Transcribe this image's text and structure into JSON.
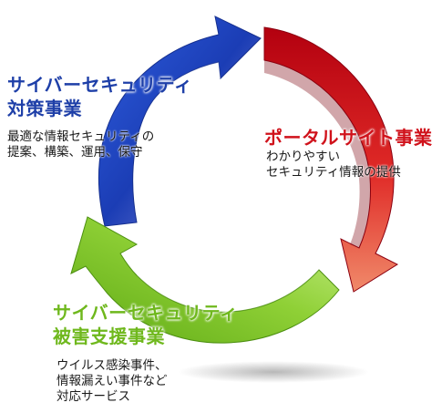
{
  "segments": {
    "blue": {
      "title_lines": [
        "サイバーセキュリティ",
        "対策事業"
      ],
      "desc_lines": [
        "最適な情報セキュリティの",
        "提案、構築、運用、保守"
      ],
      "color": "#1e3fa8"
    },
    "red": {
      "title_lines": [
        "ポータルサイト事業"
      ],
      "desc_lines": [
        "わかりやすい",
        "セキュリティ情報の提供"
      ],
      "color": "#d0121b"
    },
    "green": {
      "title_lines": [
        "サイバーセキュリティ",
        "被害支援事業"
      ],
      "desc_lines": [
        "ウイルス感染事件、",
        "情報漏えい事件など",
        "対応サービス"
      ],
      "color": "#6fb81d"
    }
  }
}
